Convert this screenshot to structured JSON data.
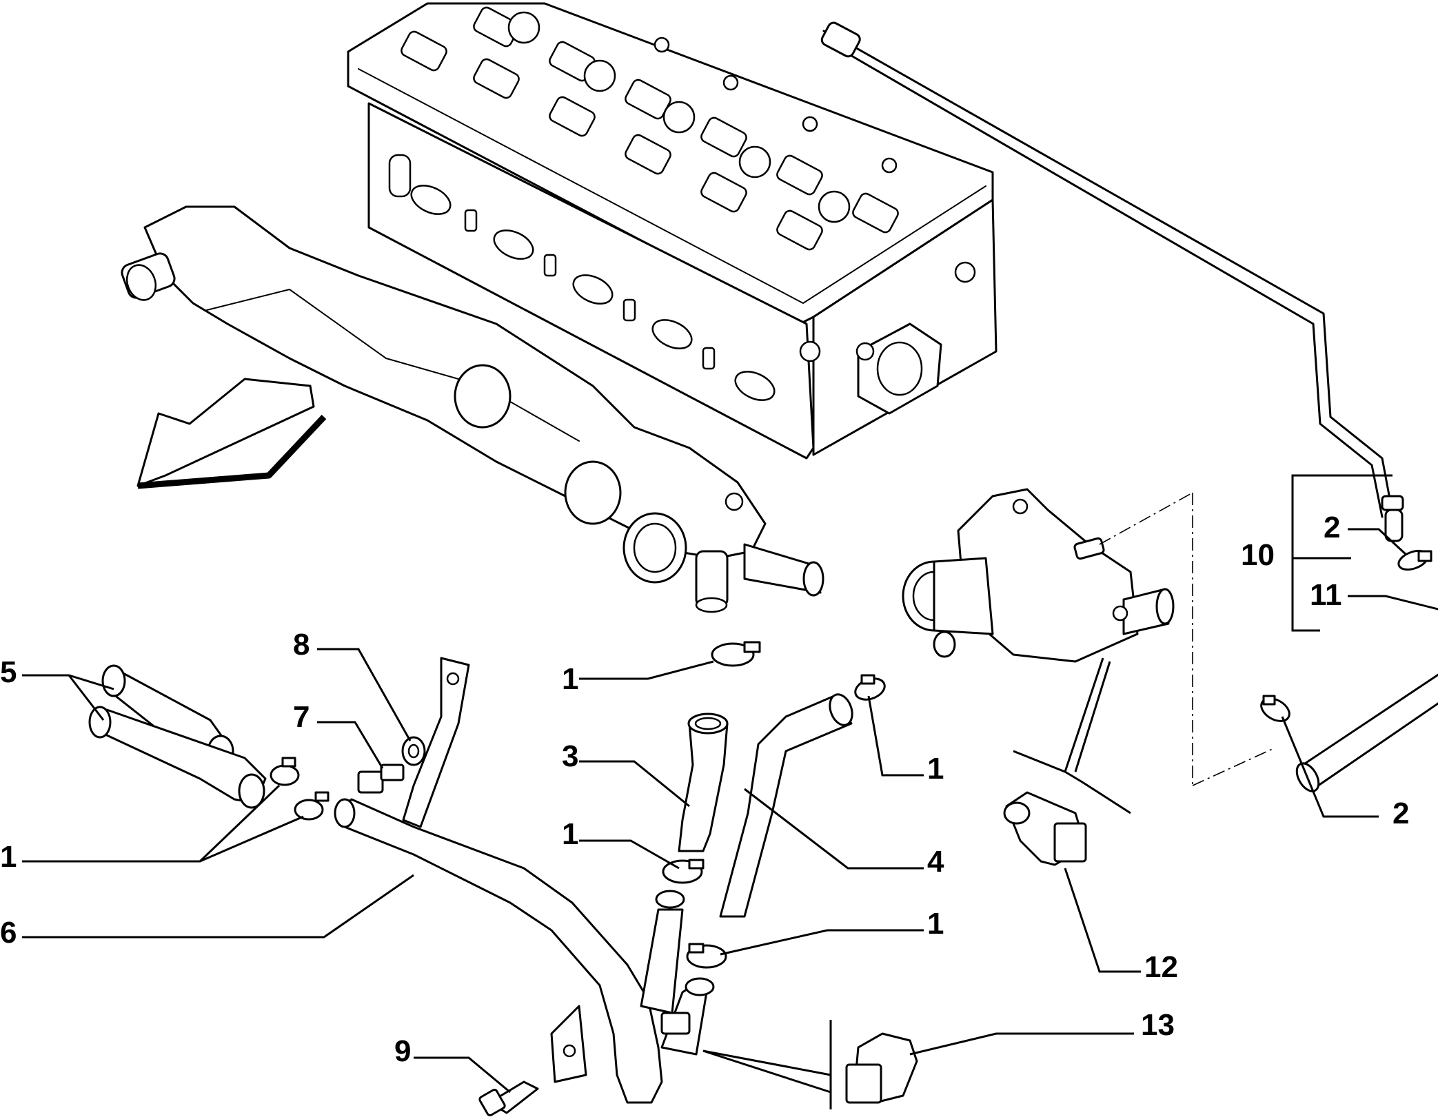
{
  "callouts": {
    "c1_hose_clamp_top": "1",
    "c1_clamp_right_upper": "1",
    "c1_clamp_left": "1",
    "c1_clamp_middle": "1",
    "c1_clamp_lower_right": "1",
    "c2_upper": "2",
    "c2_lower": "2",
    "c3": "3",
    "c4": "4",
    "c5": "5",
    "c6": "6",
    "c7": "7",
    "c8": "8",
    "c9": "9",
    "c10": "10",
    "c11": "11",
    "c12": "12",
    "c13": "13"
  }
}
